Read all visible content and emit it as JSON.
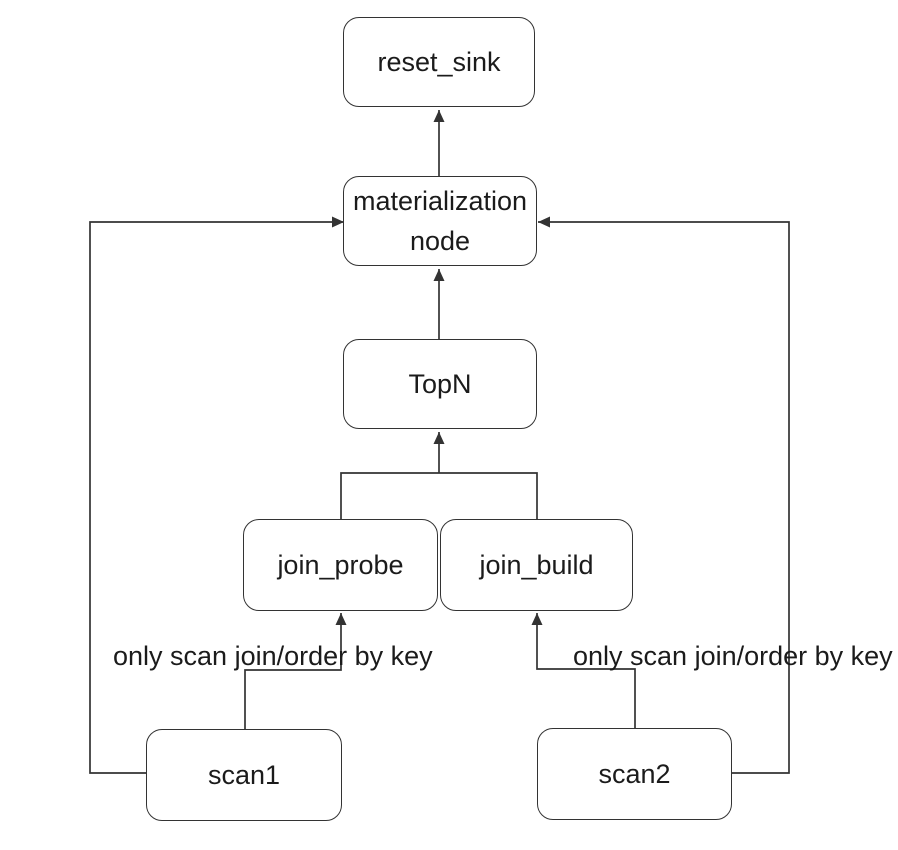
{
  "diagram": {
    "colors": {
      "background": "#ffffff",
      "node_fill": "#ffffff",
      "line": "#333333",
      "text": "#1b1b1b"
    },
    "nodes": [
      {
        "id": "reset-sink",
        "label": "reset_sink"
      },
      {
        "id": "materialization-node",
        "line1": "materialization",
        "line2": "node"
      },
      {
        "id": "topn",
        "label": "TopN"
      },
      {
        "id": "join-probe",
        "label": "join_probe"
      },
      {
        "id": "join-build",
        "label": "join_build"
      },
      {
        "id": "scan1",
        "label": "scan1"
      },
      {
        "id": "scan2",
        "label": "scan2"
      }
    ],
    "edges": [
      {
        "from": "materialization-node",
        "to": "reset-sink"
      },
      {
        "from": "topn",
        "to": "materialization-node"
      },
      {
        "from": "join-probe",
        "to": "topn"
      },
      {
        "from": "join-build",
        "to": "topn"
      },
      {
        "from": "scan1",
        "to": "join-probe",
        "label": "only scan join/order by key"
      },
      {
        "from": "scan2",
        "to": "join-build",
        "label": "only scan join/order by key"
      },
      {
        "from": "scan1",
        "to": "materialization-node"
      },
      {
        "from": "scan2",
        "to": "materialization-node"
      }
    ]
  }
}
